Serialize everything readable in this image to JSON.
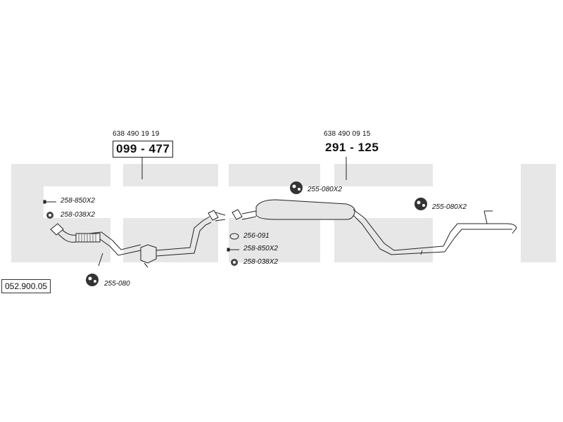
{
  "reference_number": "052.900.05",
  "assemblies": [
    {
      "part_number": "638 490 19 19",
      "code": "099 - 477"
    },
    {
      "part_number": "638 490 09 15",
      "code": "291 - 125"
    }
  ],
  "hardware_labels": {
    "bolt_left": "258-850X2",
    "nut_left": "258-038X2",
    "hanger_left": "255-080",
    "hanger_mid": "255-080X2",
    "hanger_right": "255-080X2",
    "gasket_mid": "256-091",
    "bolt_mid": "258-850X2",
    "nut_mid": "258-038X2"
  },
  "colors": {
    "watermark": "#e7e7e7",
    "line": "#222222"
  }
}
